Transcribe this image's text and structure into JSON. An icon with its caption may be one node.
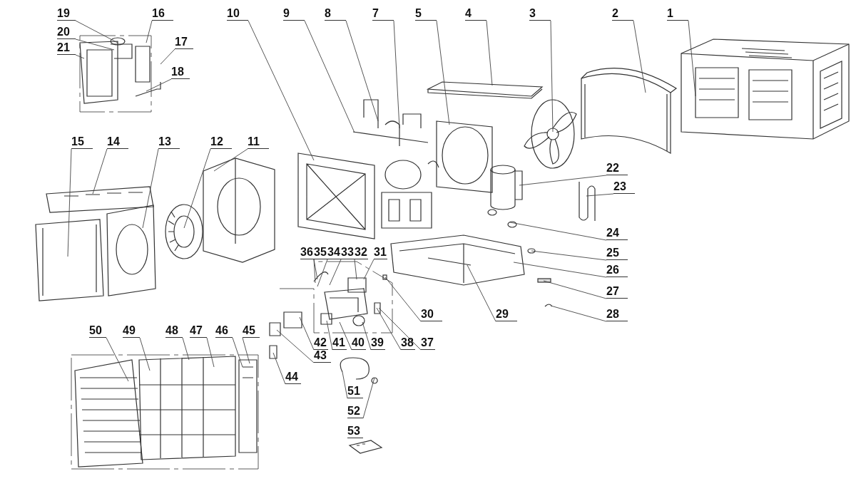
{
  "diagram": {
    "nodes": [
      {
        "text": [
          "1"
        ]
      },
      {
        "text": [
          "2"
        ]
      },
      {
        "text": [
          "3"
        ]
      },
      {
        "text": [
          "4"
        ]
      },
      {
        "text": [
          "5"
        ]
      },
      {
        "text": [
          "7"
        ]
      },
      {
        "text": [
          "8"
        ]
      },
      {
        "text": [
          "9"
        ]
      },
      {
        "text": [
          "10"
        ]
      },
      {
        "text": [
          "11"
        ]
      },
      {
        "text": [
          "12"
        ]
      },
      {
        "text": [
          "13"
        ]
      },
      {
        "text": [
          "14"
        ]
      },
      {
        "text": [
          "15"
        ]
      },
      {
        "text": [
          "16"
        ]
      },
      {
        "text": [
          "17"
        ]
      },
      {
        "text": [
          "18"
        ]
      },
      {
        "text": [
          "19"
        ]
      },
      {
        "text": [
          "20"
        ]
      },
      {
        "text": [
          "21"
        ]
      },
      {
        "text": [
          "22"
        ]
      },
      {
        "text": [
          "23"
        ]
      },
      {
        "text": [
          "24"
        ]
      },
      {
        "text": [
          "25"
        ]
      },
      {
        "text": [
          "26"
        ]
      },
      {
        "text": [
          "27"
        ]
      },
      {
        "text": [
          "28"
        ]
      },
      {
        "text": [
          "29"
        ]
      },
      {
        "text": [
          "30"
        ]
      },
      {
        "text": [
          "31"
        ]
      },
      {
        "text": [
          "32"
        ]
      },
      {
        "text": [
          "33"
        ]
      },
      {
        "text": [
          "34"
        ]
      },
      {
        "text": [
          "35"
        ]
      },
      {
        "text": [
          "36"
        ]
      },
      {
        "text": [
          "37"
        ]
      },
      {
        "text": [
          "38"
        ]
      },
      {
        "text": [
          "39"
        ]
      },
      {
        "text": [
          "40"
        ]
      },
      {
        "text": [
          "41"
        ]
      },
      {
        "text": [
          "42"
        ]
      },
      {
        "text": [
          "43"
        ]
      },
      {
        "text": [
          "44"
        ]
      },
      {
        "text": [
          "45"
        ]
      },
      {
        "text": [
          "46"
        ]
      },
      {
        "text": [
          "47"
        ]
      },
      {
        "text": [
          "48"
        ]
      },
      {
        "text": [
          "49"
        ]
      },
      {
        "text": [
          "50"
        ]
      },
      {
        "text": [
          "51"
        ]
      },
      {
        "text": [
          "52"
        ]
      },
      {
        "text": [],
        "shape": "picture"
      },
      {
        "text": [],
        "shape": "picture"
      },
      {
        "text": [],
        "shape": "picture"
      },
      {
        "text": [],
        "shape": "picture"
      },
      {
        "text": [],
        "shape": "picture"
      },
      {
        "text": [],
        "shape": "picture"
      },
      {
        "text": [],
        "shape": "picture"
      },
      {
        "text": [],
        "shape": "picture"
      },
      {
        "text": [],
        "shape": "picture"
      },
      {
        "text": [],
        "shape": "picture"
      },
      {
        "text": [],
        "shape": "picture"
      },
      {
        "text": [],
        "shape": "picture"
      },
      {
        "text": [],
        "shape": "picture"
      },
      {
        "text": [],
        "shape": "picture"
      },
      {
        "text": [],
        "shape": "picture"
      },
      {
        "text": [],
        "shape": "circle"
      },
      {
        "text": [],
        "shape": "picture"
      },
      {
        "text": [],
        "shape": "bar"
      },
      {
        "text": [],
        "shape": "picture"
      },
      {
        "text": [],
        "shape": "box"
      },
      {
        "text": [],
        "shape": "picture"
      },
      {
        "text": [],
        "shape": "picture"
      },
      {
        "text": [],
        "shape": "picture"
      },
      {
        "text": [],
        "shape": "picture"
      },
      {
        "text": [],
        "shape": "picture"
      },
      {
        "text": [],
        "shape": "picture"
      }
    ],
    "edges": [
      {
        "from": 0,
        "to": 51,
        "arrow": "none"
      },
      {
        "from": 1,
        "to": 52,
        "arrow": "none"
      },
      {
        "from": 2,
        "to": 53,
        "arrow": "none"
      },
      {
        "from": 3,
        "to": 54,
        "arrow": "none"
      },
      {
        "from": 4,
        "to": 55,
        "arrow": "none"
      },
      {
        "from": 5,
        "to": 56,
        "arrow": "none"
      },
      {
        "from": 6,
        "to": 56,
        "arrow": "none"
      },
      {
        "from": 7,
        "to": 56,
        "arrow": "none"
      },
      {
        "from": 8,
        "to": 57,
        "arrow": "none"
      },
      {
        "from": 9,
        "to": 58,
        "arrow": "none"
      },
      {
        "from": 10,
        "to": 59,
        "arrow": "none"
      },
      {
        "from": 11,
        "to": 60,
        "arrow": "none"
      },
      {
        "from": 12,
        "to": 61,
        "arrow": "none"
      },
      {
        "from": 13,
        "to": 62,
        "arrow": "none"
      },
      {
        "from": 14,
        "to": 63,
        "arrow": "none"
      },
      {
        "from": 15,
        "to": 63,
        "arrow": "none"
      },
      {
        "from": 16,
        "to": 63,
        "arrow": "none"
      },
      {
        "from": 17,
        "to": 63,
        "arrow": "none"
      },
      {
        "from": 18,
        "to": 63,
        "arrow": "none"
      },
      {
        "from": 19,
        "to": 63,
        "arrow": "none"
      },
      {
        "from": 20,
        "to": 64,
        "arrow": "none"
      },
      {
        "from": 21,
        "to": 65,
        "arrow": "none"
      },
      {
        "from": 22,
        "to": 64,
        "arrow": "none"
      },
      {
        "from": 23,
        "to": 66,
        "arrow": "none"
      },
      {
        "from": 24,
        "to": 67,
        "arrow": "none"
      },
      {
        "from": 25,
        "to": 68,
        "arrow": "none"
      },
      {
        "from": 26,
        "to": 69,
        "arrow": "none"
      },
      {
        "from": 27,
        "to": 67,
        "arrow": "none"
      },
      {
        "from": 28,
        "to": 70,
        "arrow": "none"
      },
      {
        "from": 29,
        "to": 71,
        "arrow": "none"
      },
      {
        "from": 30,
        "to": 71,
        "arrow": "none"
      },
      {
        "from": 31,
        "to": 71,
        "arrow": "none"
      },
      {
        "from": 32,
        "to": 71,
        "arrow": "none"
      },
      {
        "from": 33,
        "to": 71,
        "arrow": "none"
      },
      {
        "from": 34,
        "to": 71,
        "arrow": "none"
      },
      {
        "from": 35,
        "to": 71,
        "arrow": "none"
      },
      {
        "from": 36,
        "to": 71,
        "arrow": "none"
      },
      {
        "from": 37,
        "to": 71,
        "arrow": "none"
      },
      {
        "from": 38,
        "to": 71,
        "arrow": "none"
      },
      {
        "from": 39,
        "to": 71,
        "arrow": "none"
      },
      {
        "from": 40,
        "to": 72,
        "arrow": "none"
      },
      {
        "from": 41,
        "to": 72,
        "arrow": "none"
      },
      {
        "from": 42,
        "to": 72,
        "arrow": "none"
      },
      {
        "from": 43,
        "to": 73,
        "arrow": "none"
      },
      {
        "from": 44,
        "to": 73,
        "arrow": "none"
      },
      {
        "from": 45,
        "to": 74,
        "arrow": "none"
      },
      {
        "from": 46,
        "to": 74,
        "arrow": "none"
      },
      {
        "from": 47,
        "to": 74,
        "arrow": "none"
      },
      {
        "from": 48,
        "to": 75,
        "arrow": "none"
      },
      {
        "from": 49,
        "to": 76,
        "arrow": "none"
      },
      {
        "from": 50,
        "to": 76,
        "arrow": "none"
      }
    ],
    "labels": [
      "53"
    ]
  }
}
